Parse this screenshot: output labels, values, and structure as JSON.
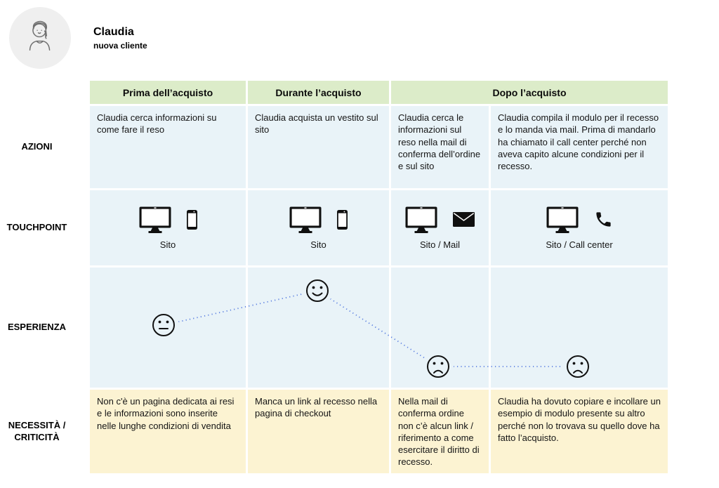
{
  "persona": {
    "name": "Claudia",
    "subtitle": "nuova cliente",
    "avatar_icon": "woman-avatar-icon"
  },
  "row_labels": {
    "azioni": "AZIONI",
    "touchpoint": "TOUCHPOINT",
    "esperienza": "ESPERIENZA",
    "necessita": "NECESSITÀ / CRITICITÀ"
  },
  "phases": [
    {
      "label": "Prima dell’acquisto"
    },
    {
      "label": "Durante l’acquisto"
    },
    {
      "label": "Dopo l’acquisto"
    }
  ],
  "azioni": [
    "Claudia cerca informazioni su come fare il reso",
    "Claudia acquista un vestito sul sito",
    "Claudia cerca le informazioni sul reso nella mail di conferma dell’ordine e sul sito",
    "Claudia compila il modulo per il recesso e lo manda via mail. Prima di mandarlo ha chiamato il call center perché non aveva capito alcune condizioni per il recesso."
  ],
  "touchpoints": [
    {
      "icons": [
        "monitor-icon",
        "smartphone-icon"
      ],
      "label": "Sito"
    },
    {
      "icons": [
        "monitor-icon",
        "smartphone-icon"
      ],
      "label": "Sito"
    },
    {
      "icons": [
        "monitor-icon",
        "mail-icon"
      ],
      "label": "Sito / Mail"
    },
    {
      "icons": [
        "monitor-icon",
        "phone-icon"
      ],
      "label": "Sito / Call center"
    }
  ],
  "esperienza": {
    "points": [
      {
        "column": 1,
        "mood": "neutral",
        "level": "medium"
      },
      {
        "column": 2,
        "mood": "happy",
        "level": "high"
      },
      {
        "column": 3,
        "mood": "sad",
        "level": "low"
      },
      {
        "column": 4,
        "mood": "sad",
        "level": "low"
      }
    ]
  },
  "necessita": [
    "Non c'è un pagina dedicata ai resi e le informazioni sono inserite nelle lunghe condizioni di vendita",
    "Manca un link al recesso nella pagina di checkout",
    "Nella mail di conferma ordine non c’è alcun link / riferimento a come esercitare il diritto di recesso.",
    "Claudia ha dovuto copiare e incollare un esempio di modulo presente su altro perché non lo trovava su quello dove ha fatto l’acquisto."
  ],
  "colors": {
    "phase_header_green": "#dcecc9",
    "cell_blue": "#e9f3f8",
    "cell_yellow": "#fcf3d2",
    "experience_line_blue": "#5b7fe0",
    "avatar_bg": "#efefef"
  }
}
